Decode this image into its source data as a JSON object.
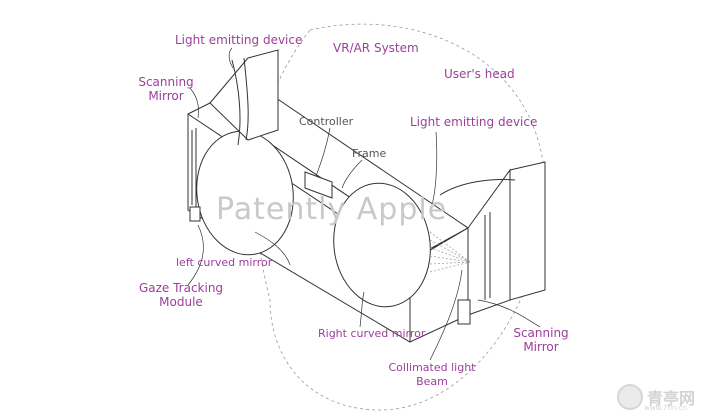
{
  "labels": {
    "light_emitting_left": "Light emitting device",
    "vr_ar_system": "VR/AR System",
    "users_head": "User's head",
    "scanning_mirror_left": [
      "Scanning",
      "Mirror"
    ],
    "controller": "Controller",
    "light_emitting_right": "Light emitting device",
    "frame": "Frame",
    "left_curved_mirror": "left curved mirror",
    "gaze_tracking": [
      "Gaze Tracking",
      "Module"
    ],
    "right_curved_mirror": "Right curved mirror",
    "scanning_mirror_right": [
      "Scanning",
      "Mirror"
    ],
    "collimated_light": [
      "Collimated light",
      "Beam"
    ]
  },
  "watermark": "Patently Apple",
  "logo": {
    "text": "青亭网",
    "sub": "www.7tin.cn"
  },
  "colors": {
    "label": "#9b3f9b",
    "line": "#333333",
    "dashed": "#999999"
  }
}
